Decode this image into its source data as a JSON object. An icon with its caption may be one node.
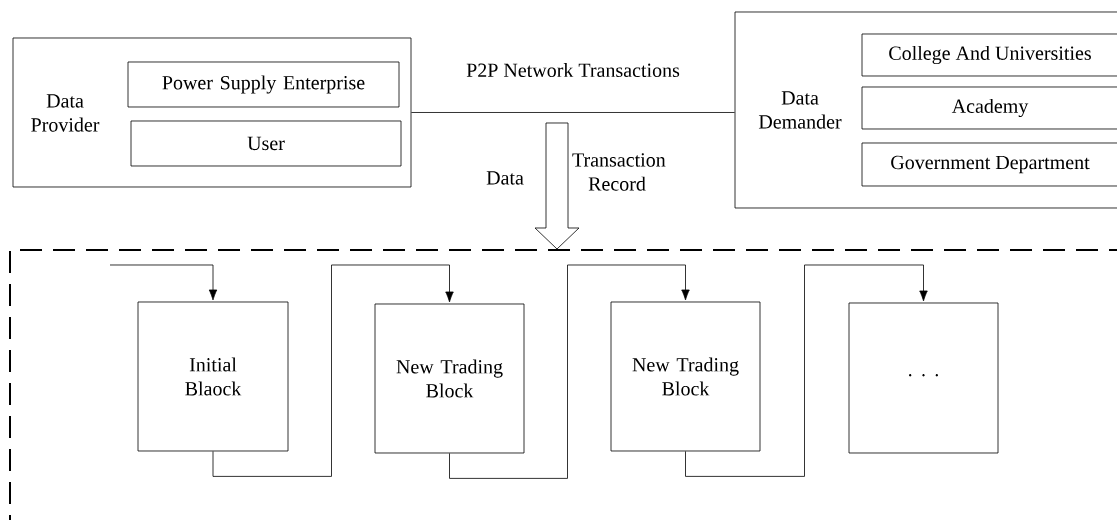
{
  "diagram": {
    "nodes": [
      {
        "text": [
          "Data Provider"
        ]
      },
      {
        "text": [
          "Power Supply Enterprise"
        ],
        "in": 0
      },
      {
        "text": [
          "User"
        ],
        "in": 0
      },
      {
        "text": [
          "Data Demander"
        ]
      },
      {
        "text": [
          "College And Universities"
        ],
        "in": 3
      },
      {
        "text": [
          "Academy"
        ],
        "in": 3
      },
      {
        "text": [
          "Government Department"
        ],
        "in": 3
      },
      {
        "text": [],
        "shape": "box"
      },
      {
        "text": [
          "Initial Blaock"
        ],
        "in": 7
      },
      {
        "text": [
          "New Trading Block"
        ],
        "in": 7
      },
      {
        "text": [
          "New Trading Block"
        ],
        "in": 7
      },
      {
        "text": [
          "· · ·"
        ],
        "in": 7
      }
    ],
    "edges": [
      {
        "from": 0,
        "to": 3,
        "arrow": "none",
        "label": "P2P Network Transactions"
      },
      {
        "from": null,
        "to": 7,
        "arrow": "to",
        "style": "thick"
      },
      {
        "from": null,
        "to": 8,
        "arrow": "to"
      },
      {
        "from": 8,
        "to": 9,
        "arrow": "to"
      },
      {
        "from": 9,
        "to": 10,
        "arrow": "to"
      },
      {
        "from": 10,
        "to": 11,
        "arrow": "to"
      }
    ],
    "labels": [
      "Data",
      "Transaction Record"
    ]
  }
}
